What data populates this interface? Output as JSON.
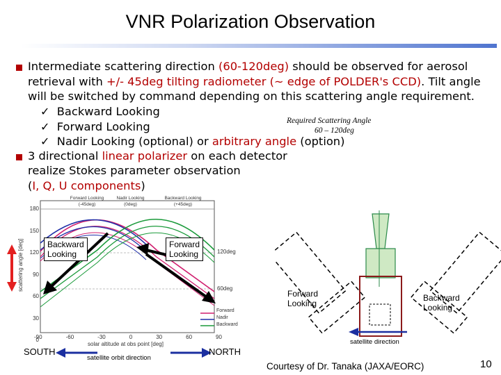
{
  "title": "VNR Polarization Observation",
  "bullet1": {
    "l1_a": "Intermediate scattering direction ",
    "l1_b": "(60-120deg)",
    "l1_c": " should be observed for aerosol",
    "l2_a": "retrieval with ",
    "l2_b": "+/- 45deg tilting radiometer",
    "l2_c": " (~ edge of POLDER's CCD)",
    "l2_d": ". Tilt angle",
    "l3": "will be switched by command depending on this scattering angle requirement.",
    "check1": "Backward Looking",
    "check2": "Forward Looking",
    "check3_a": "Nadir Looking (optional) or ",
    "check3_b": "arbitrary angle",
    "check3_c": " (option)"
  },
  "bullet2": {
    "l1_a": "3 directional ",
    "l1_b": "linear polarizer",
    "l1_c": " on each detector",
    "l2": "realize Stokes parameter observation",
    "l3_a": "(",
    "l3_b": "I, Q, U components",
    "l3_c": ")"
  },
  "required": {
    "label": "Required Scattering Angle",
    "range": "60 – 120deg"
  },
  "chart": {
    "ylabel": "scattering angle [deg]",
    "xlabel": "solar altitude at obs point [deg]",
    "yticks": [
      "180",
      "150",
      "120",
      "90",
      "60",
      "30",
      "0"
    ],
    "xticks": [
      "-90",
      "-60",
      "-30",
      "0",
      "30",
      "60",
      "90"
    ],
    "col_fwd": "Forward Looking\n(-45deg)",
    "col_nadir": "Nadir Looking\n(0deg)",
    "col_back": "Backward Looking\n(+45deg)",
    "lbl_120": "120deg",
    "lbl_60": "60deg",
    "legend": [
      "Forward",
      "Nadir",
      "Backward"
    ],
    "box_backward": "Backward\nLooking",
    "box_forward": "Forward\nLooking"
  },
  "compass": {
    "south": "SOUTH",
    "north": "NORTH",
    "orbit": "satellite orbit direction"
  },
  "instrument": {
    "forward": "Forward\nLooking",
    "backward": "Backward\nLooking",
    "direction": "satellite direction"
  },
  "footer": {
    "credit": "Courtesy of Dr. Tanaka (JAXA/EORC)",
    "page": "10"
  }
}
